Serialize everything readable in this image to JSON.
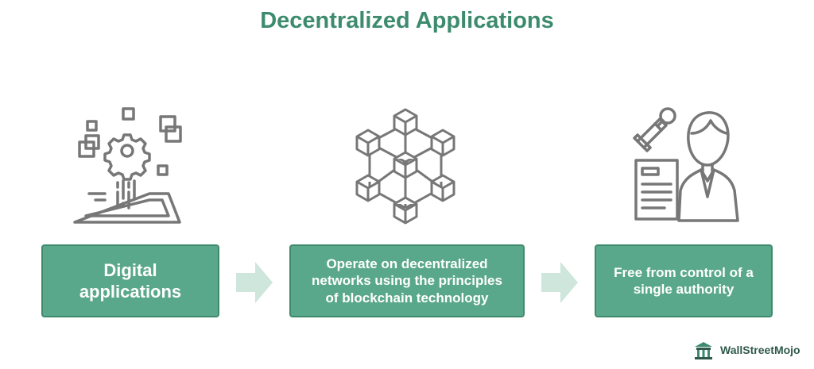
{
  "title": "Decentralized Applications",
  "colors": {
    "accent": "#3d8b6e",
    "box_fill": "#5aa88c",
    "arrow": "#cfe6dc",
    "icon": "#777777"
  },
  "steps": [
    {
      "label": "Digital applications",
      "icon": "digital-app-gear-icon"
    },
    {
      "label": "Operate on decentralized networks using the principles of blockchain technology",
      "icon": "blockchain-network-icon"
    },
    {
      "label": "Free from control of a single authority",
      "icon": "authority-stamp-icon"
    }
  ],
  "brand": {
    "name": "WallStreetMojo",
    "icon": "wallstreetmojo-logo-icon"
  }
}
